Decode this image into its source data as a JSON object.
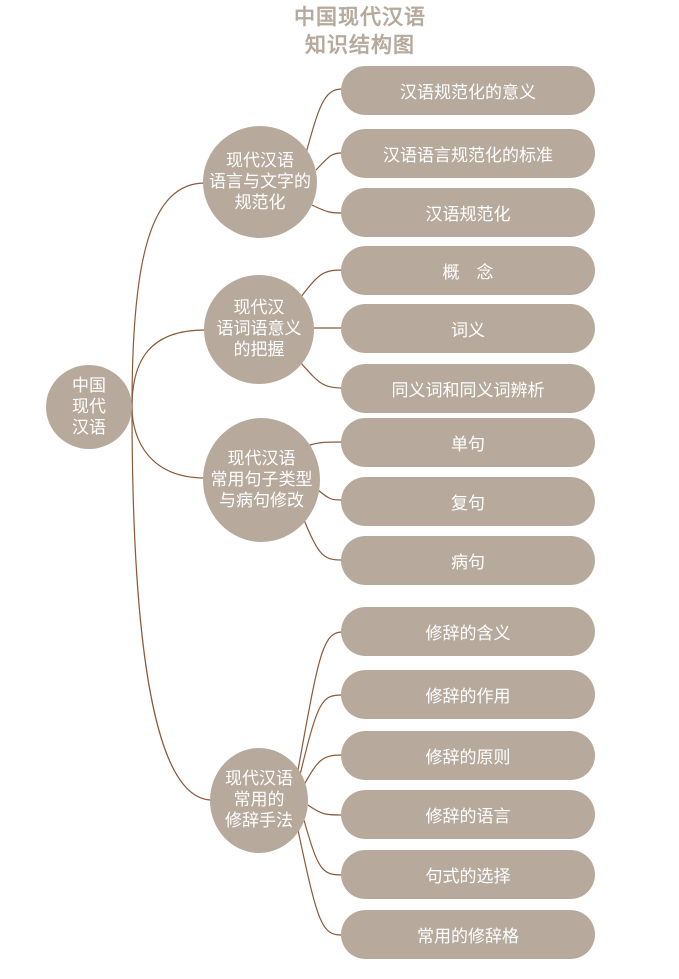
{
  "title": {
    "line1": "中国现代汉语",
    "line2": "知识结构图"
  },
  "root": {
    "label": "中国\n现代\n汉语"
  },
  "branches": [
    {
      "label": "现代汉语\n语言与文字的\n规范化",
      "children": [
        "汉语规范化的意义",
        "汉语语言规范化的标准",
        "汉语规范化"
      ]
    },
    {
      "label": "现代汉\n语词语意义\n的把握",
      "children": [
        "概　念",
        "词义",
        "同义词和同义词辨析"
      ]
    },
    {
      "label": "现代汉语\n常用句子类型\n与病句修改",
      "children": [
        "单句",
        "复句",
        "病句"
      ]
    },
    {
      "label": "现代汉语\n常用的\n修辞手法",
      "children": [
        "修辞的含义",
        "修辞的作用",
        "修辞的原则",
        "修辞的语言",
        "句式的选择",
        "常用的修辞格"
      ]
    }
  ],
  "colors": {
    "node_fill": "#b7aa9d",
    "node_text": "#ffffff",
    "connector": "#8a5a3a",
    "title": "#b7aa9d"
  }
}
